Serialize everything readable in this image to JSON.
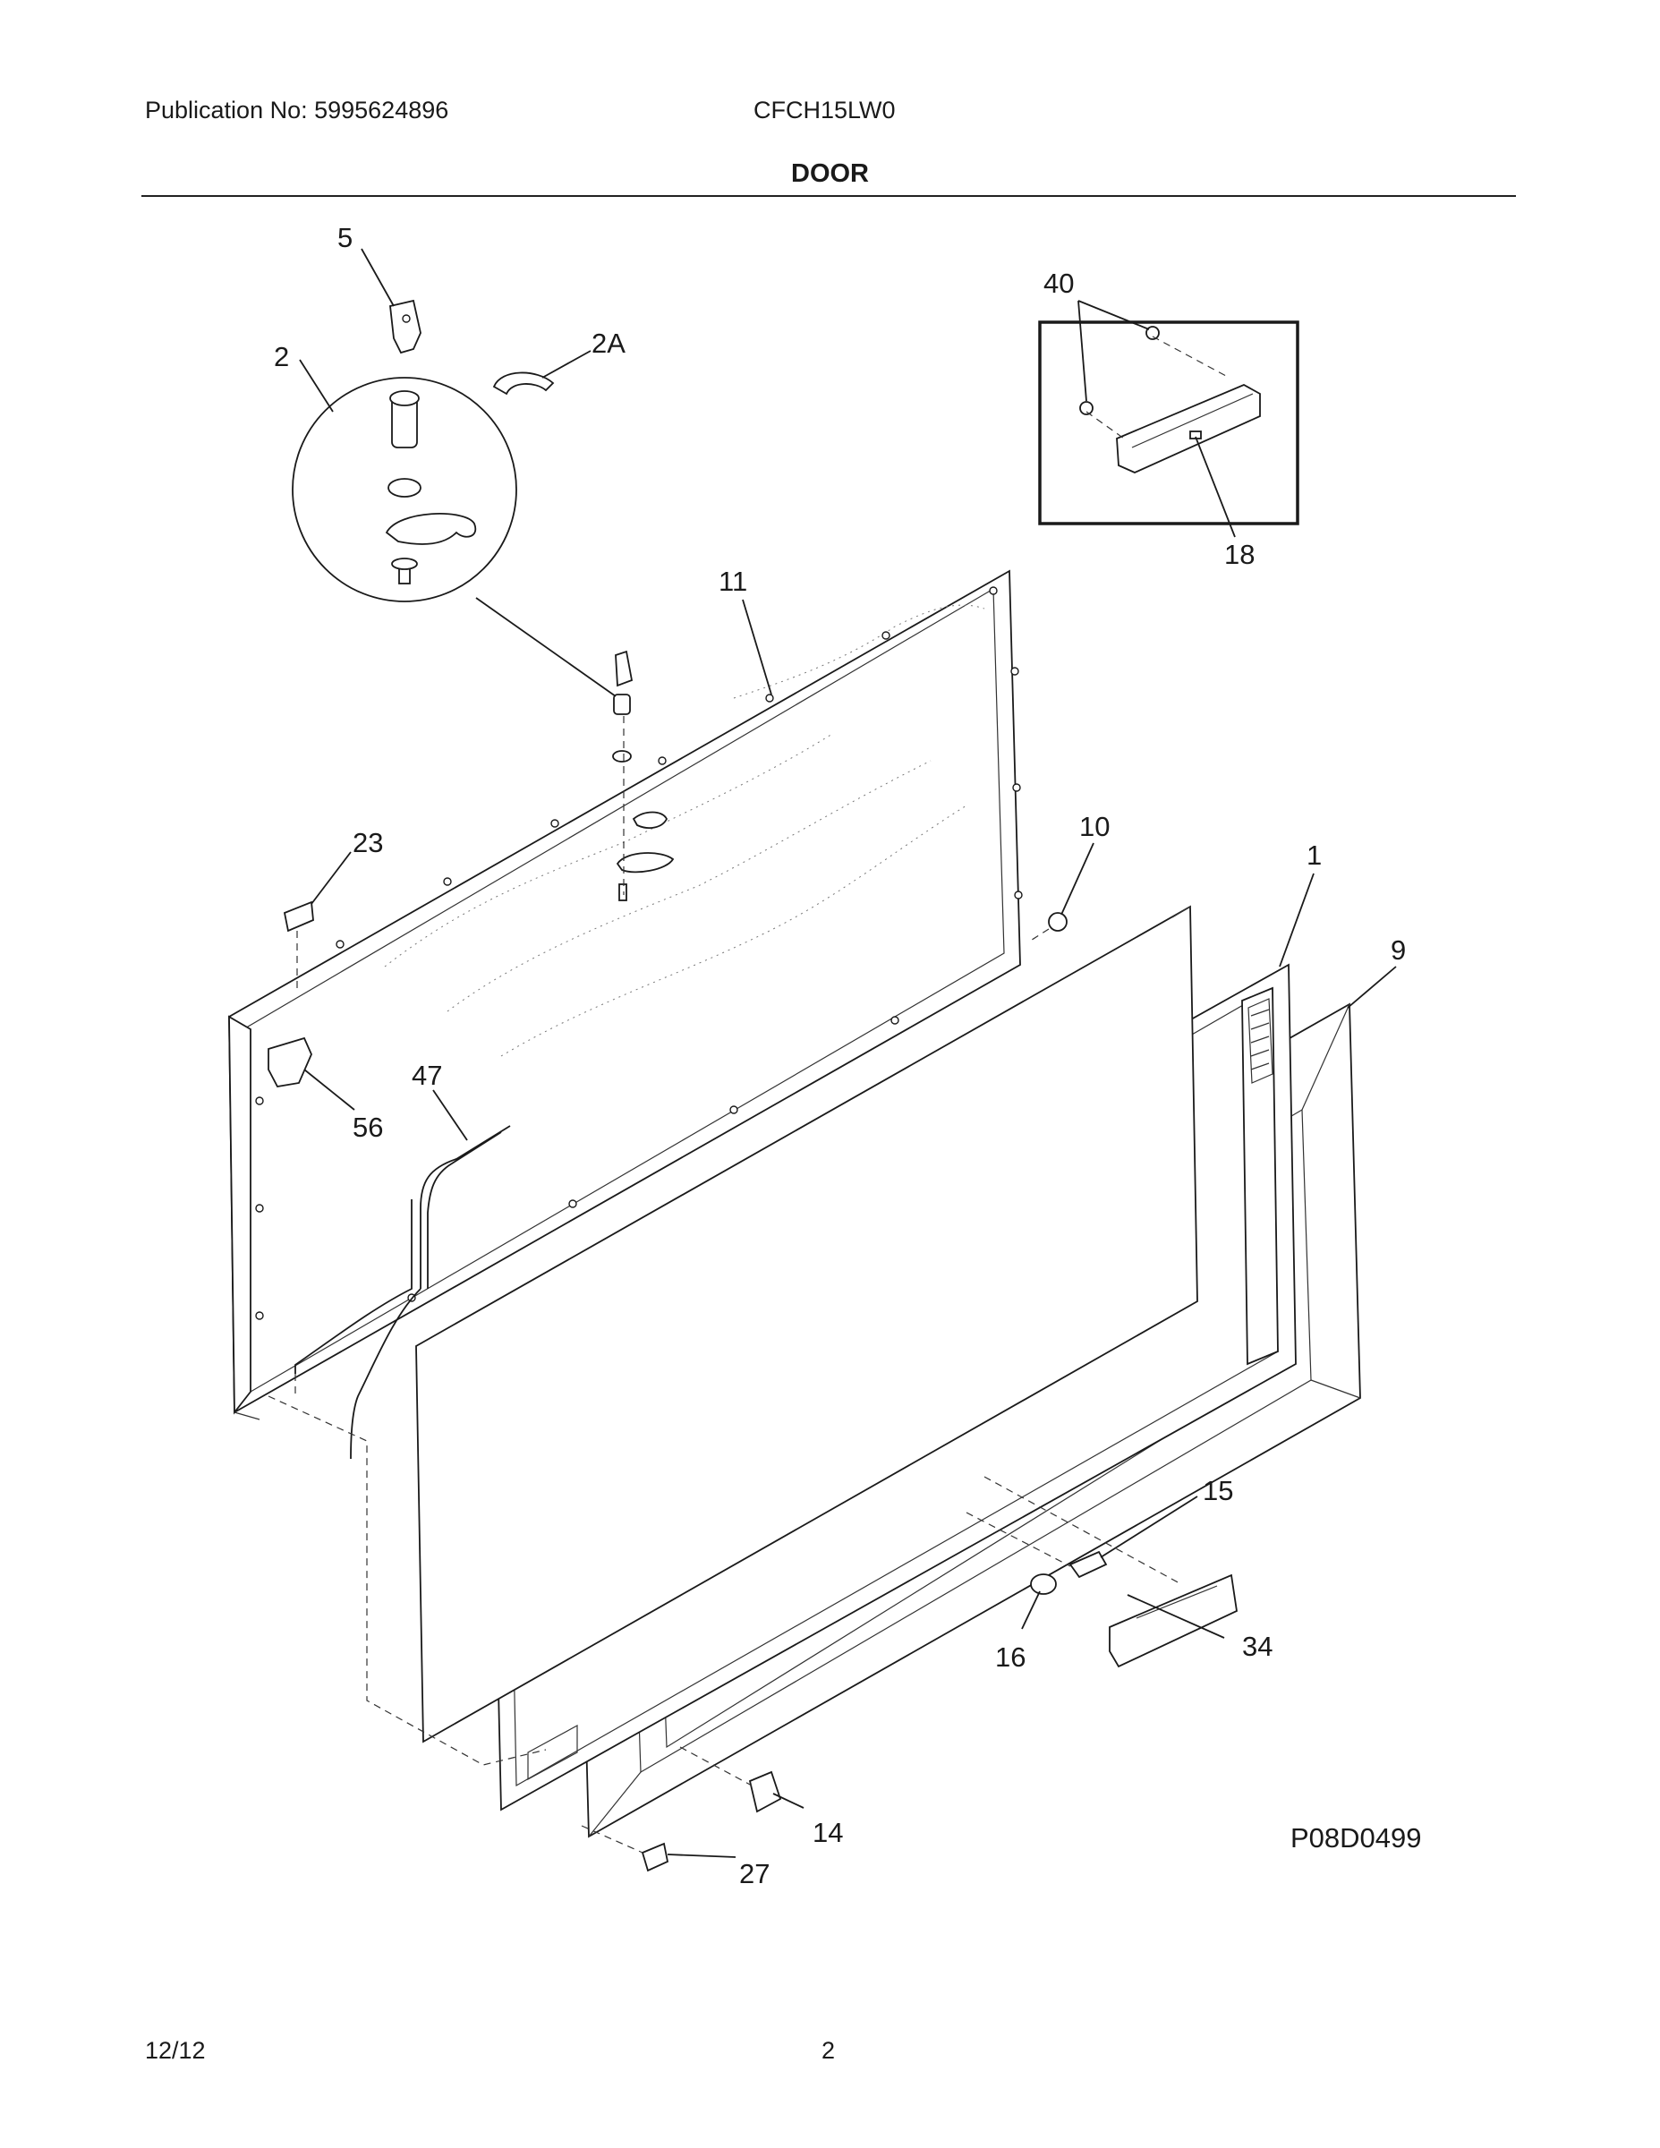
{
  "header": {
    "publication": "Publication No: 5995624896",
    "model": "CFCH15LW0",
    "section_title": "DOOR"
  },
  "footer": {
    "date": "12/12",
    "page": "2"
  },
  "diagram": {
    "code": "P08D0499",
    "callouts": [
      "5",
      "2",
      "2A",
      "40",
      "18",
      "11",
      "10",
      "1",
      "9",
      "23",
      "47",
      "56",
      "15",
      "16",
      "34",
      "14",
      "27"
    ]
  }
}
